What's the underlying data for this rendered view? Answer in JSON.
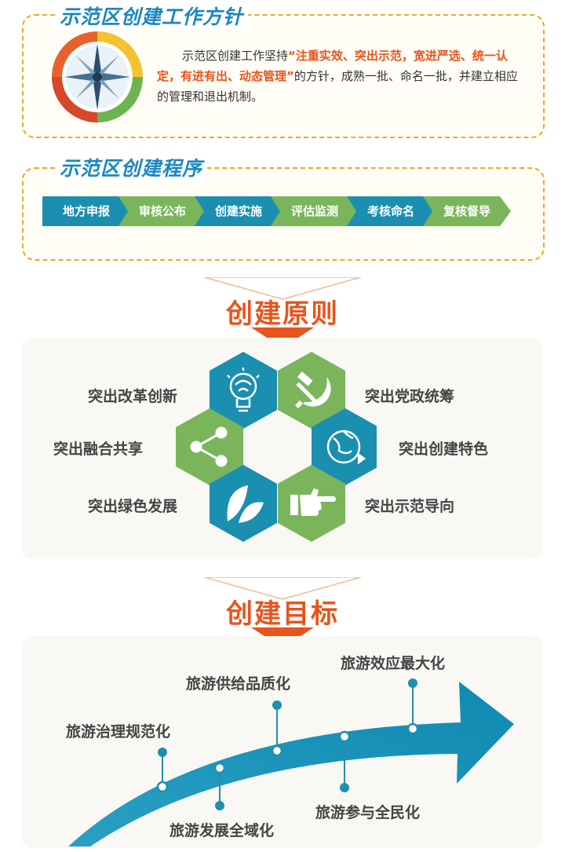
{
  "policy": {
    "title": "示范区创建工作方针",
    "text_before": "示范区创建工作坚持",
    "text_highlight": "“注重实效、突出示范，宽进严选、统一认定，有进有出、动态管理”",
    "text_after": "的方针，成熟一批、命名一批，并建立相应的管理和退出机制。"
  },
  "procedure": {
    "title": "示范区创建程序",
    "steps": [
      "地方申报",
      "审核公布",
      "创建实施",
      "评估监测",
      "考核命名",
      "复核督导"
    ]
  },
  "principles": {
    "heading": "创建原则",
    "items": [
      "突出改革创新",
      "突出党政统筹",
      "突出融合共享",
      "突出创建特色",
      "突出绿色发展",
      "突出示范导向"
    ]
  },
  "goals": {
    "heading": "创建目标",
    "items": [
      "旅游治理规范化",
      "旅游发展全域化",
      "旅游供给品质化",
      "旅游参与全民化",
      "旅游效应最大化"
    ]
  },
  "colors": {
    "blue": "#1a87bf",
    "green": "#7ab55c",
    "orange": "#e8541c",
    "teal": "#1a8fb0"
  }
}
